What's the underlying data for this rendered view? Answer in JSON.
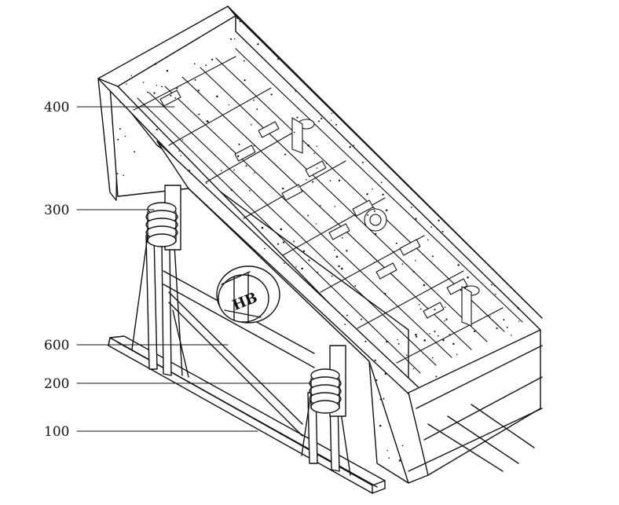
{
  "labels": [
    {
      "id": "400",
      "text": "400"
    },
    {
      "id": "300",
      "text": "300"
    },
    {
      "id": "600",
      "text": "600"
    },
    {
      "id": "200",
      "text": "200"
    },
    {
      "id": "100",
      "text": "100"
    }
  ],
  "exciter_logo": {
    "text": "HB"
  },
  "colors": {
    "line": "#111111",
    "paper": "#ffffff"
  }
}
